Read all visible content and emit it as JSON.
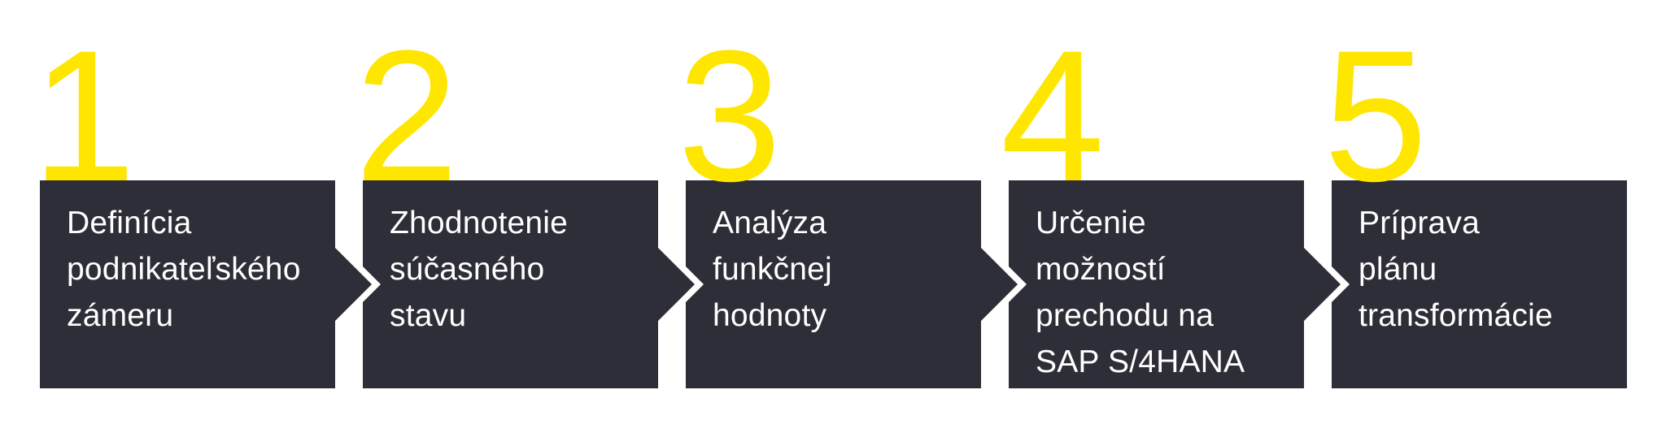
{
  "colors": {
    "background": "#ffffff",
    "box": "#2e2e38",
    "accent": "#ffe600",
    "text": "#ffffff"
  },
  "steps": [
    {
      "number": "1",
      "label": "Definícia\npodnikateľského\nzámeru"
    },
    {
      "number": "2",
      "label": "Zhodnotenie\nsúčasného\nstavu"
    },
    {
      "number": "3",
      "label": "Analýza\nfunkčnej\nhodnoty"
    },
    {
      "number": "4",
      "label": "Určenie\nmožností\nprechodu na\nSAP S/4HANA"
    },
    {
      "number": "5",
      "label": "Príprava\nplánu\ntransformácie"
    }
  ]
}
